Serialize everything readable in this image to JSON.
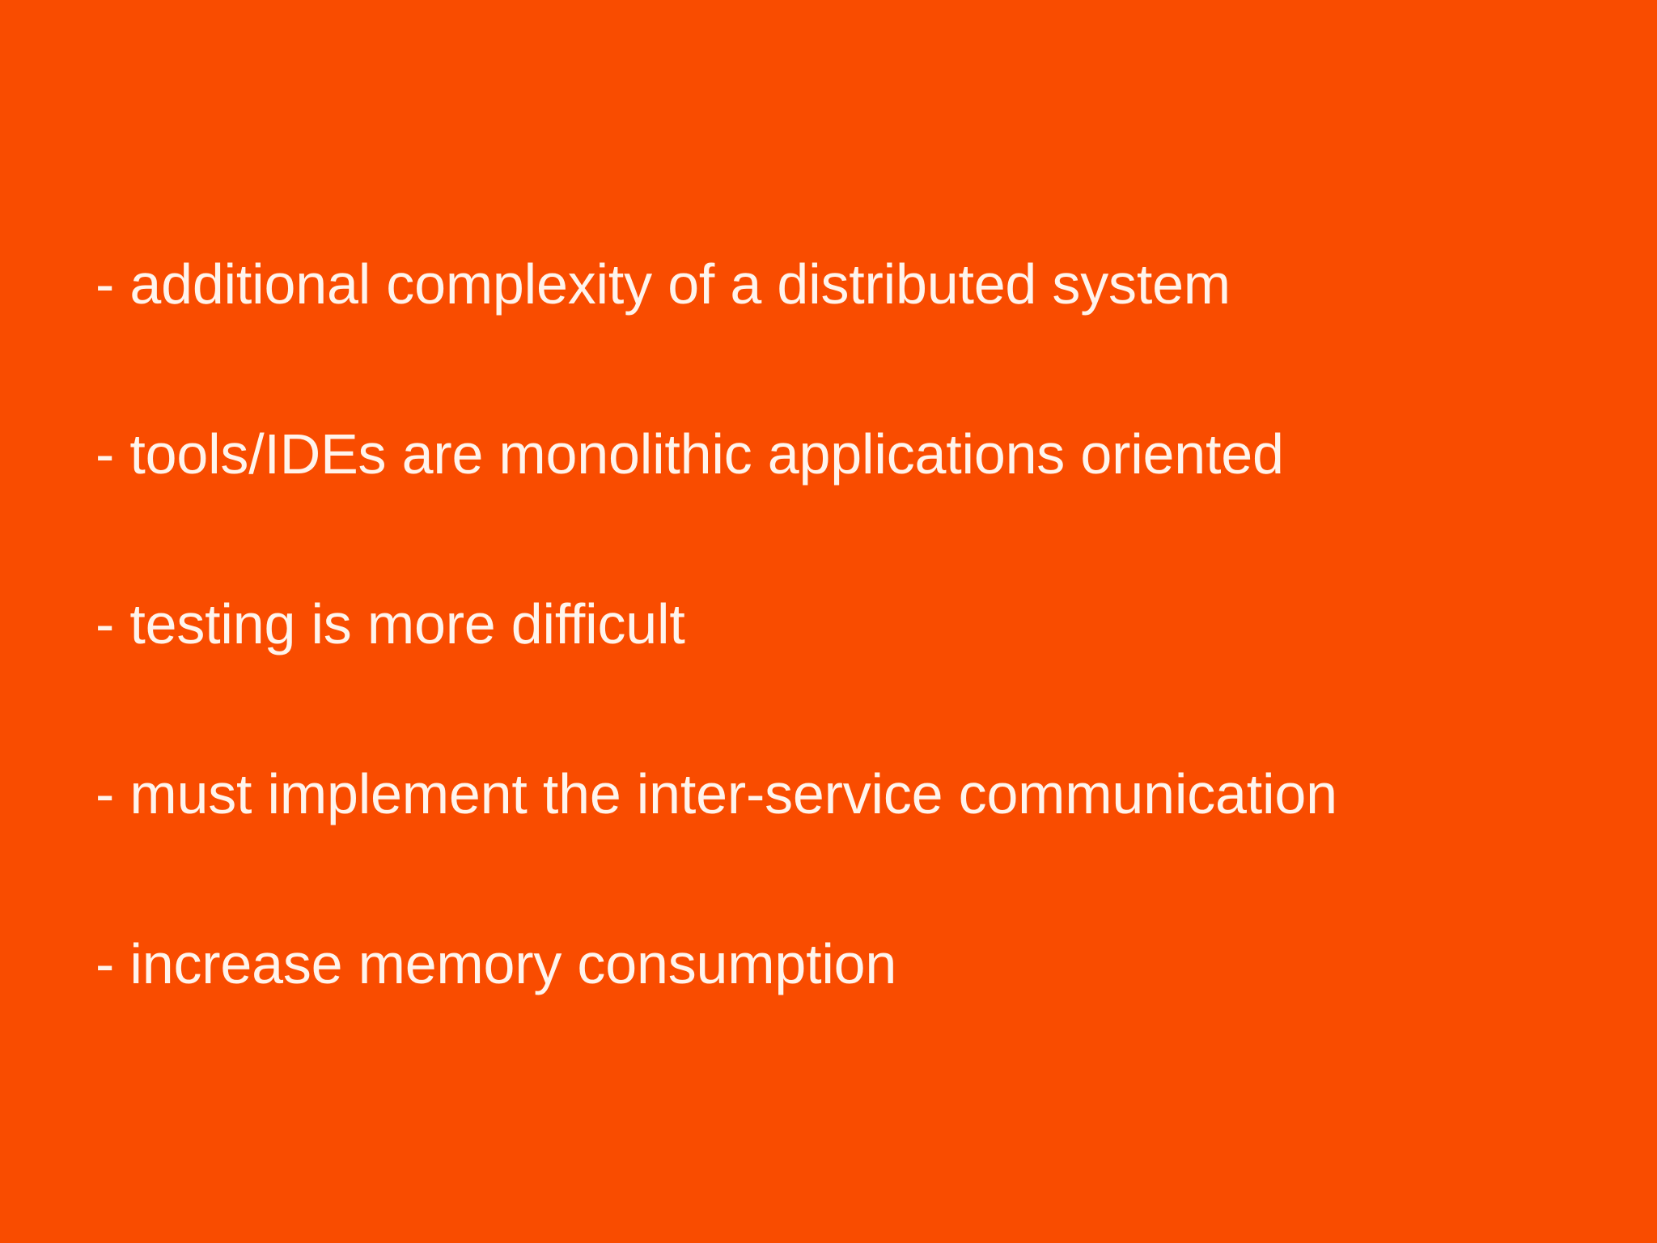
{
  "slide": {
    "kind": "presentation-slide",
    "background_color": "#f94c00",
    "text_color": "#fff4ec",
    "title": "",
    "bullets": [
      {
        "text": "- additional complexity of a distributed system"
      },
      {
        "text": "- tools/IDEs are monolithic applications oriented"
      },
      {
        "text": "- testing is more difficult"
      },
      {
        "text": "- must implement the inter-service communication"
      },
      {
        "text": "- increase memory consumption"
      }
    ]
  }
}
